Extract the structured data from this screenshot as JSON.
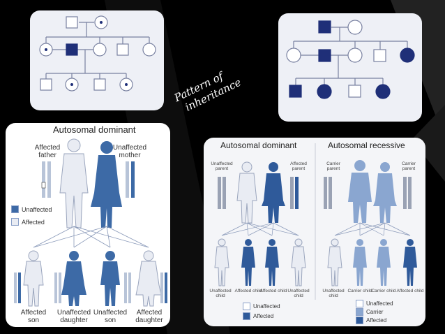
{
  "slide": {
    "title_line1": "Pattern of",
    "title_line2": "inheritance",
    "colors": {
      "dark_blue": "#1f2f78",
      "mid_blue": "#3d6aa6",
      "light_fig": "#e9ecf3",
      "background": "#000000"
    }
  },
  "dominant_figure": {
    "heading": "Autosomal dominant",
    "father_label_1": "Affected",
    "father_label_2": "father",
    "mother_label_1": "Unaffected",
    "mother_label_2": "mother",
    "legend_unaffected": "Unaffected",
    "legend_affected": "Affected",
    "children": [
      {
        "line1": "Affected",
        "line2": "son"
      },
      {
        "line1": "Unaffected",
        "line2": "daughter"
      },
      {
        "line1": "Unaffected",
        "line2": "son"
      },
      {
        "line1": "Affected",
        "line2": "daughter"
      }
    ]
  },
  "comparison_figure": {
    "heading_left": "Autosomal dominant",
    "heading_right": "Autosomal recessive",
    "left_parent_1": "Unaffected parent",
    "left_parent_2": "Affected parent",
    "right_parent_1": "Carrier parent",
    "right_parent_2": "Carrier parent",
    "left_children": [
      "Unaffected child",
      "Affected child",
      "Affected child",
      "Unaffected child"
    ],
    "right_children": [
      "Unaffected child",
      "Carrier child",
      "Carrier child",
      "Affected child"
    ],
    "legend_left": [
      "Unaffected",
      "Affected"
    ],
    "legend_right": [
      "Unaffected",
      "Carrier",
      "Affected"
    ]
  }
}
